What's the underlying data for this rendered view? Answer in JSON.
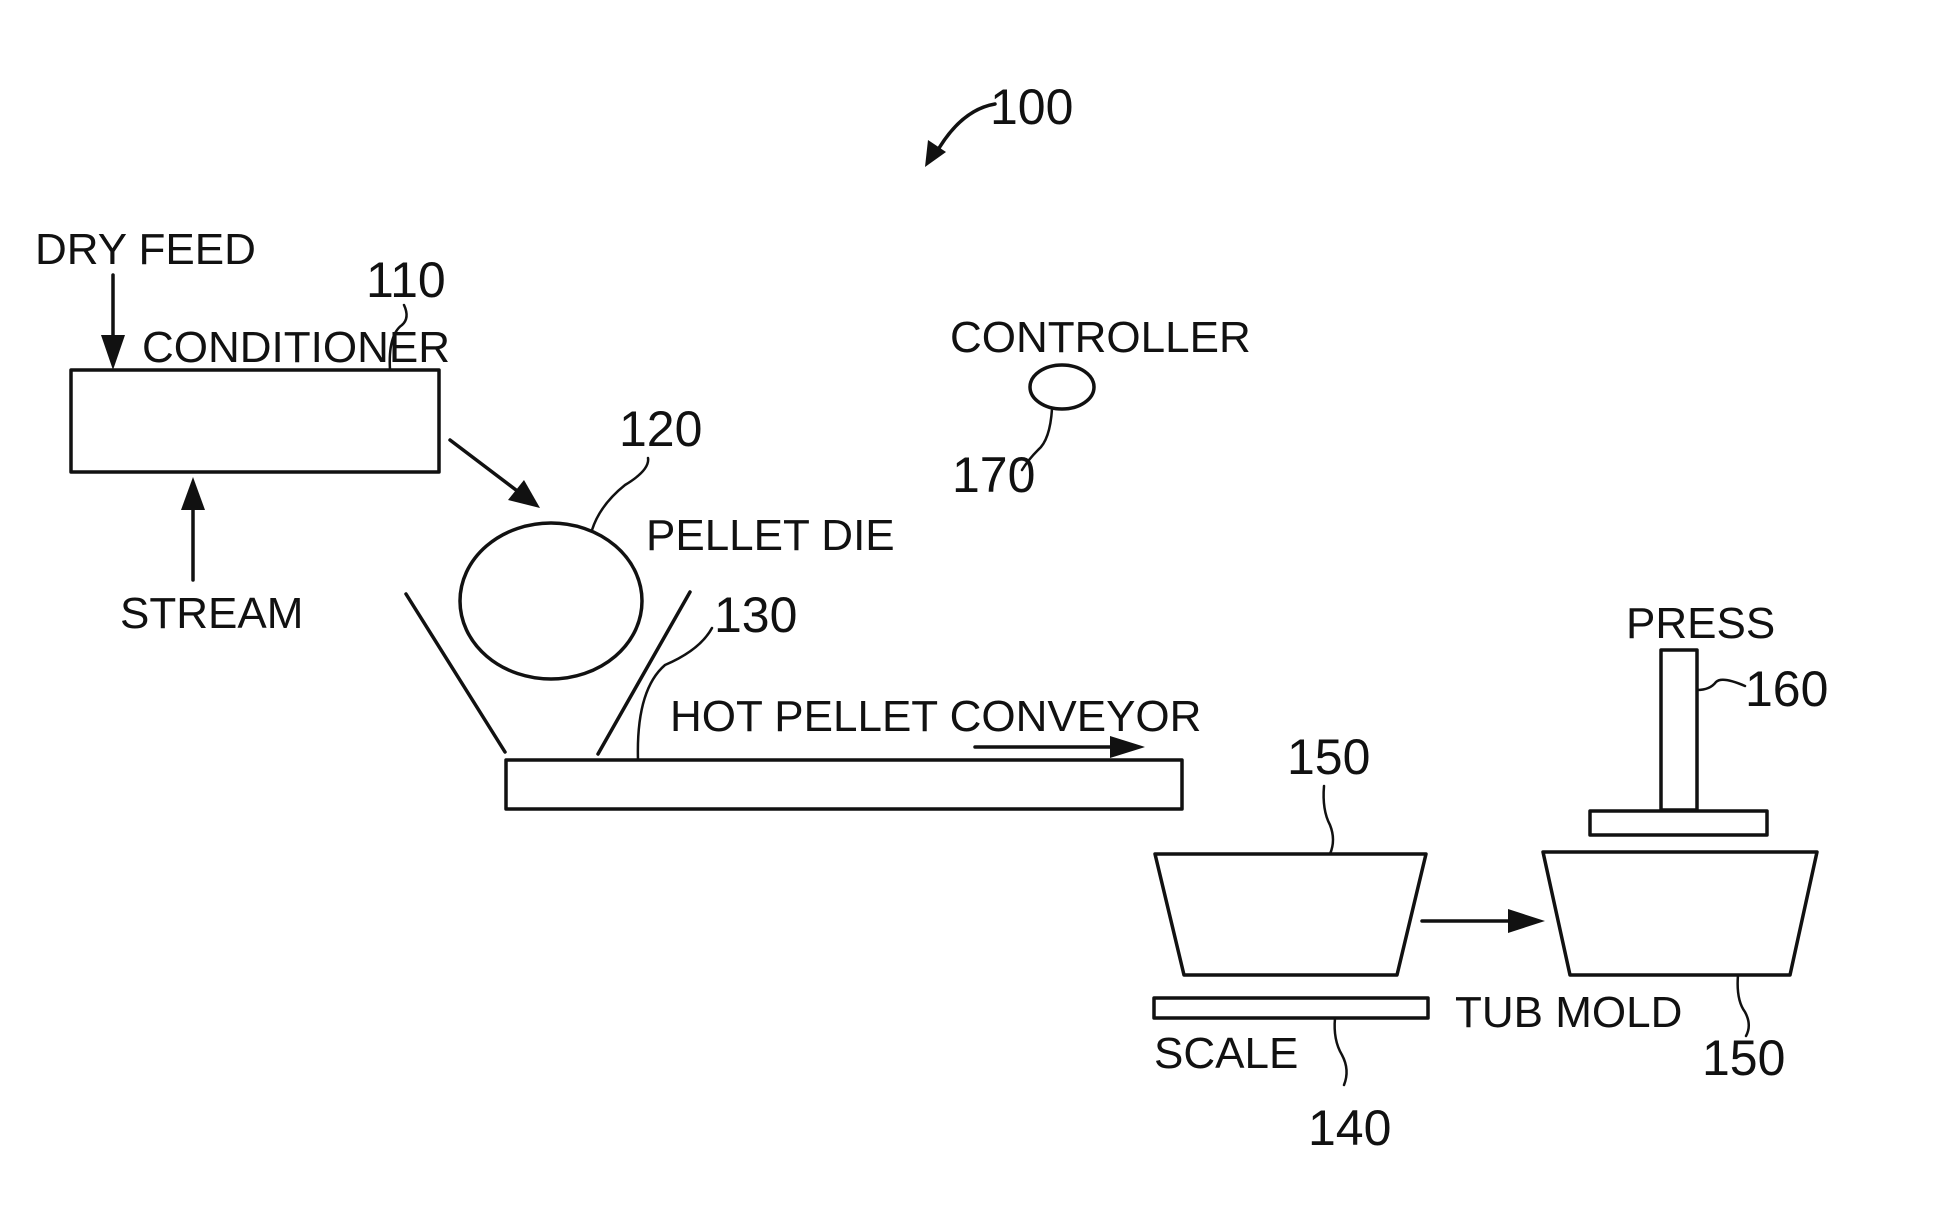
{
  "figure": {
    "system_ref": "100",
    "components": {
      "conditioner": {
        "label": "CONDITIONER",
        "ref": "110"
      },
      "pellet_die": {
        "label": "PELLET DIE",
        "ref": "120"
      },
      "conveyor": {
        "label": "HOT PELLET CONVEYOR",
        "ref": "130"
      },
      "scale": {
        "label": "SCALE",
        "ref": "140"
      },
      "tub_mold": {
        "label": "TUB MOLD",
        "ref_left": "150",
        "ref_right": "150"
      },
      "press": {
        "label": "PRESS",
        "ref": "160"
      },
      "controller": {
        "label": "CONTROLLER",
        "ref": "170"
      }
    },
    "inputs": {
      "dry_feed": "DRY FEED",
      "stream": "STREAM"
    }
  }
}
